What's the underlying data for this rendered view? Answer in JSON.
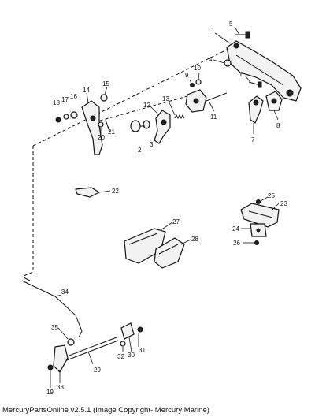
{
  "caption": "MercuryPartsOnline v2.5.1 (Image Copyright- Mercury Marine)",
  "part_numbers": [
    "1",
    "2",
    "3",
    "4",
    "5",
    "6",
    "7",
    "8",
    "9",
    "10",
    "11",
    "12",
    "13",
    "14",
    "15",
    "16",
    "17",
    "18",
    "19",
    "20",
    "21",
    "22",
    "23",
    "24",
    "25",
    "26",
    "27",
    "28",
    "29",
    "30",
    "31",
    "32",
    "33",
    "34",
    "35"
  ]
}
